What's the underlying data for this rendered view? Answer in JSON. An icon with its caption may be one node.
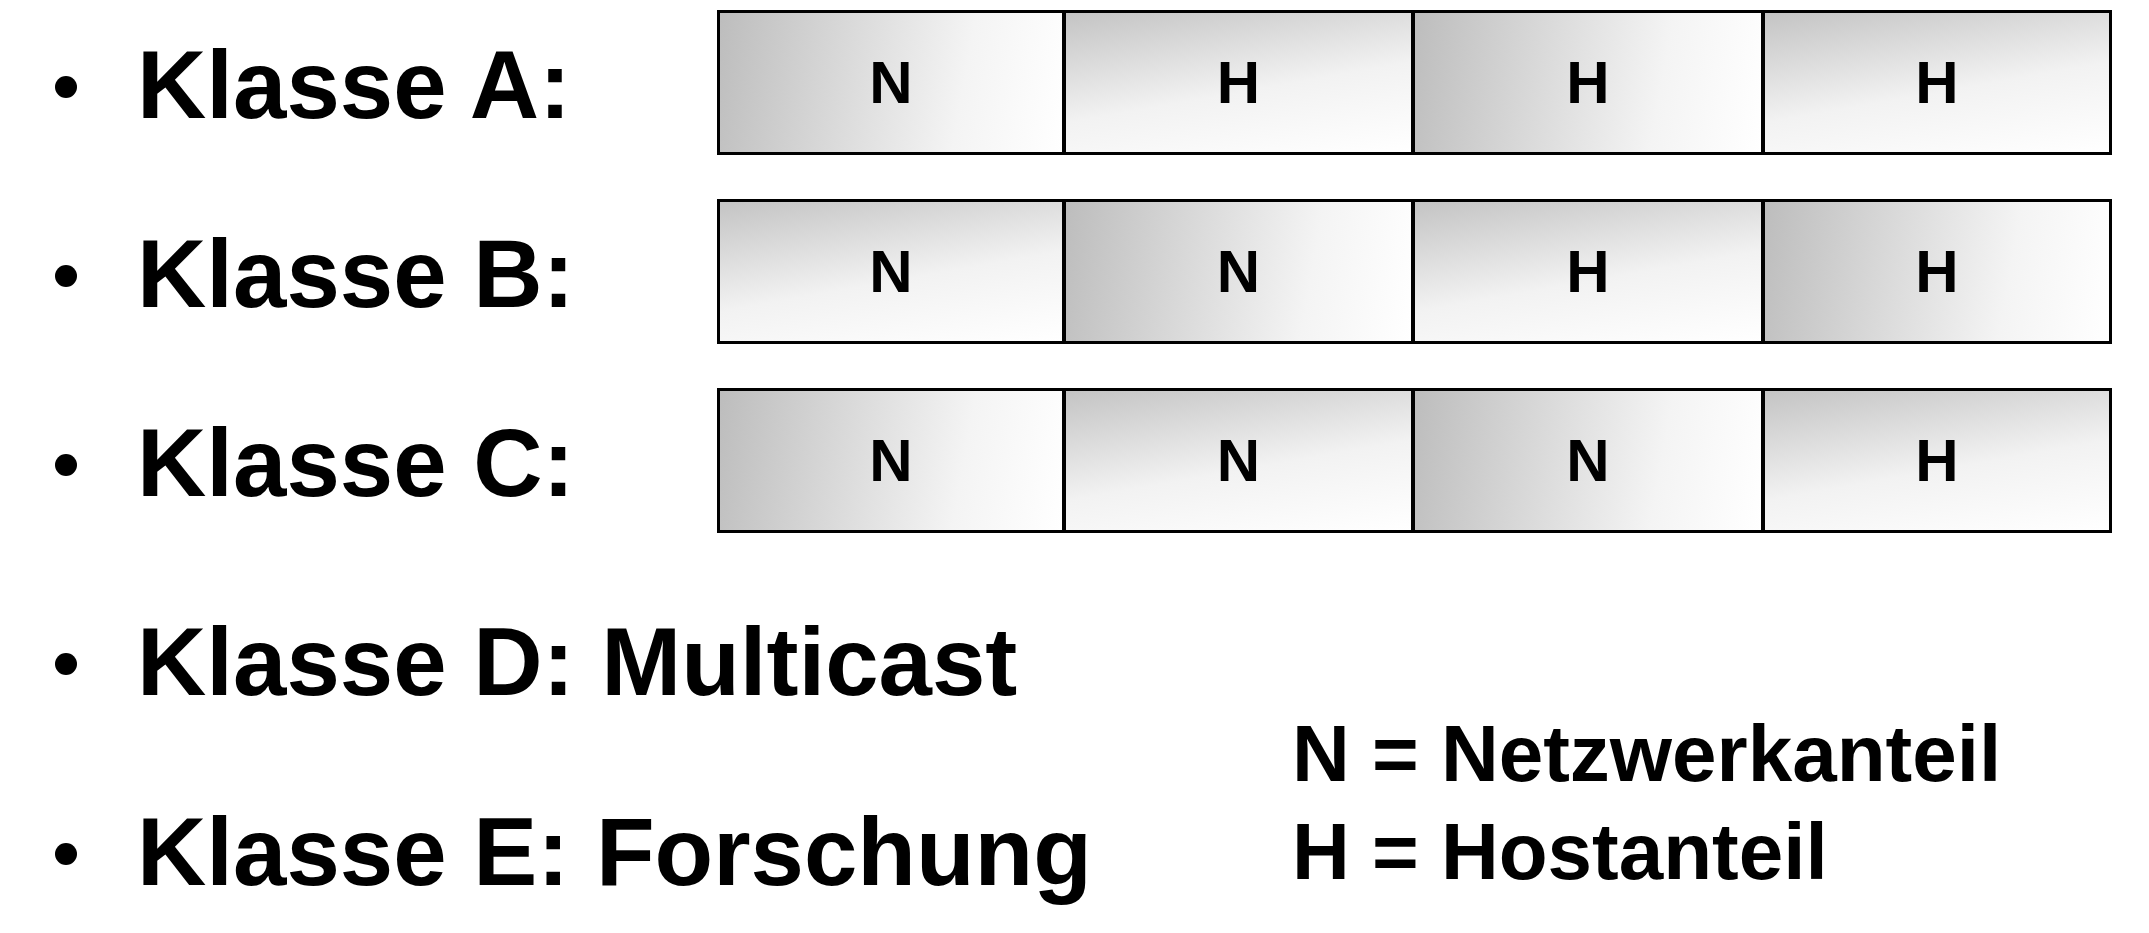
{
  "diagram": {
    "nodes": [
      {
        "text": [
          "N"
        ]
      },
      {
        "text": [
          "H"
        ]
      },
      {
        "text": [
          "H"
        ]
      },
      {
        "text": [
          "H"
        ]
      },
      {
        "text": [
          "N"
        ]
      },
      {
        "text": [
          "N"
        ]
      },
      {
        "text": [
          "H"
        ]
      },
      {
        "text": [
          "H"
        ]
      },
      {
        "text": [
          "N"
        ]
      },
      {
        "text": [
          "N"
        ]
      },
      {
        "text": [
          "N"
        ]
      },
      {
        "text": [
          "H"
        ]
      }
    ],
    "labels": [
      "Klasse A:",
      "Klasse B:",
      "Klasse C:",
      "Klasse D: Multicast",
      "Klasse E: Forschung",
      "N = Netzwerkanteil",
      "H = Hostanteil"
    ]
  }
}
